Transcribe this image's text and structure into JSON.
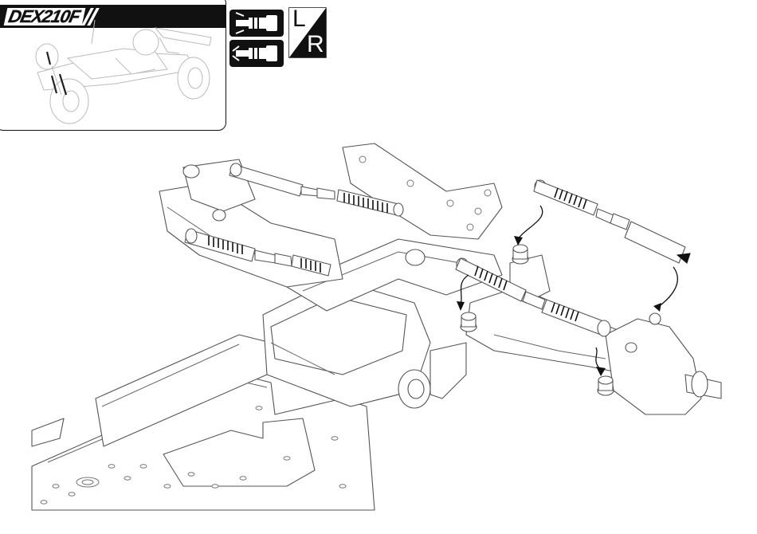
{
  "inset": {
    "logo_text": "DEX210F"
  },
  "lr_badge": {
    "left_letter": "L",
    "right_letter": "R"
  },
  "icons": {
    "turnbuckle_top": "turnbuckle-adjust-icon",
    "turnbuckle_bottom": "turnbuckle-adjust-icon",
    "left_right": "left-right-icon"
  }
}
